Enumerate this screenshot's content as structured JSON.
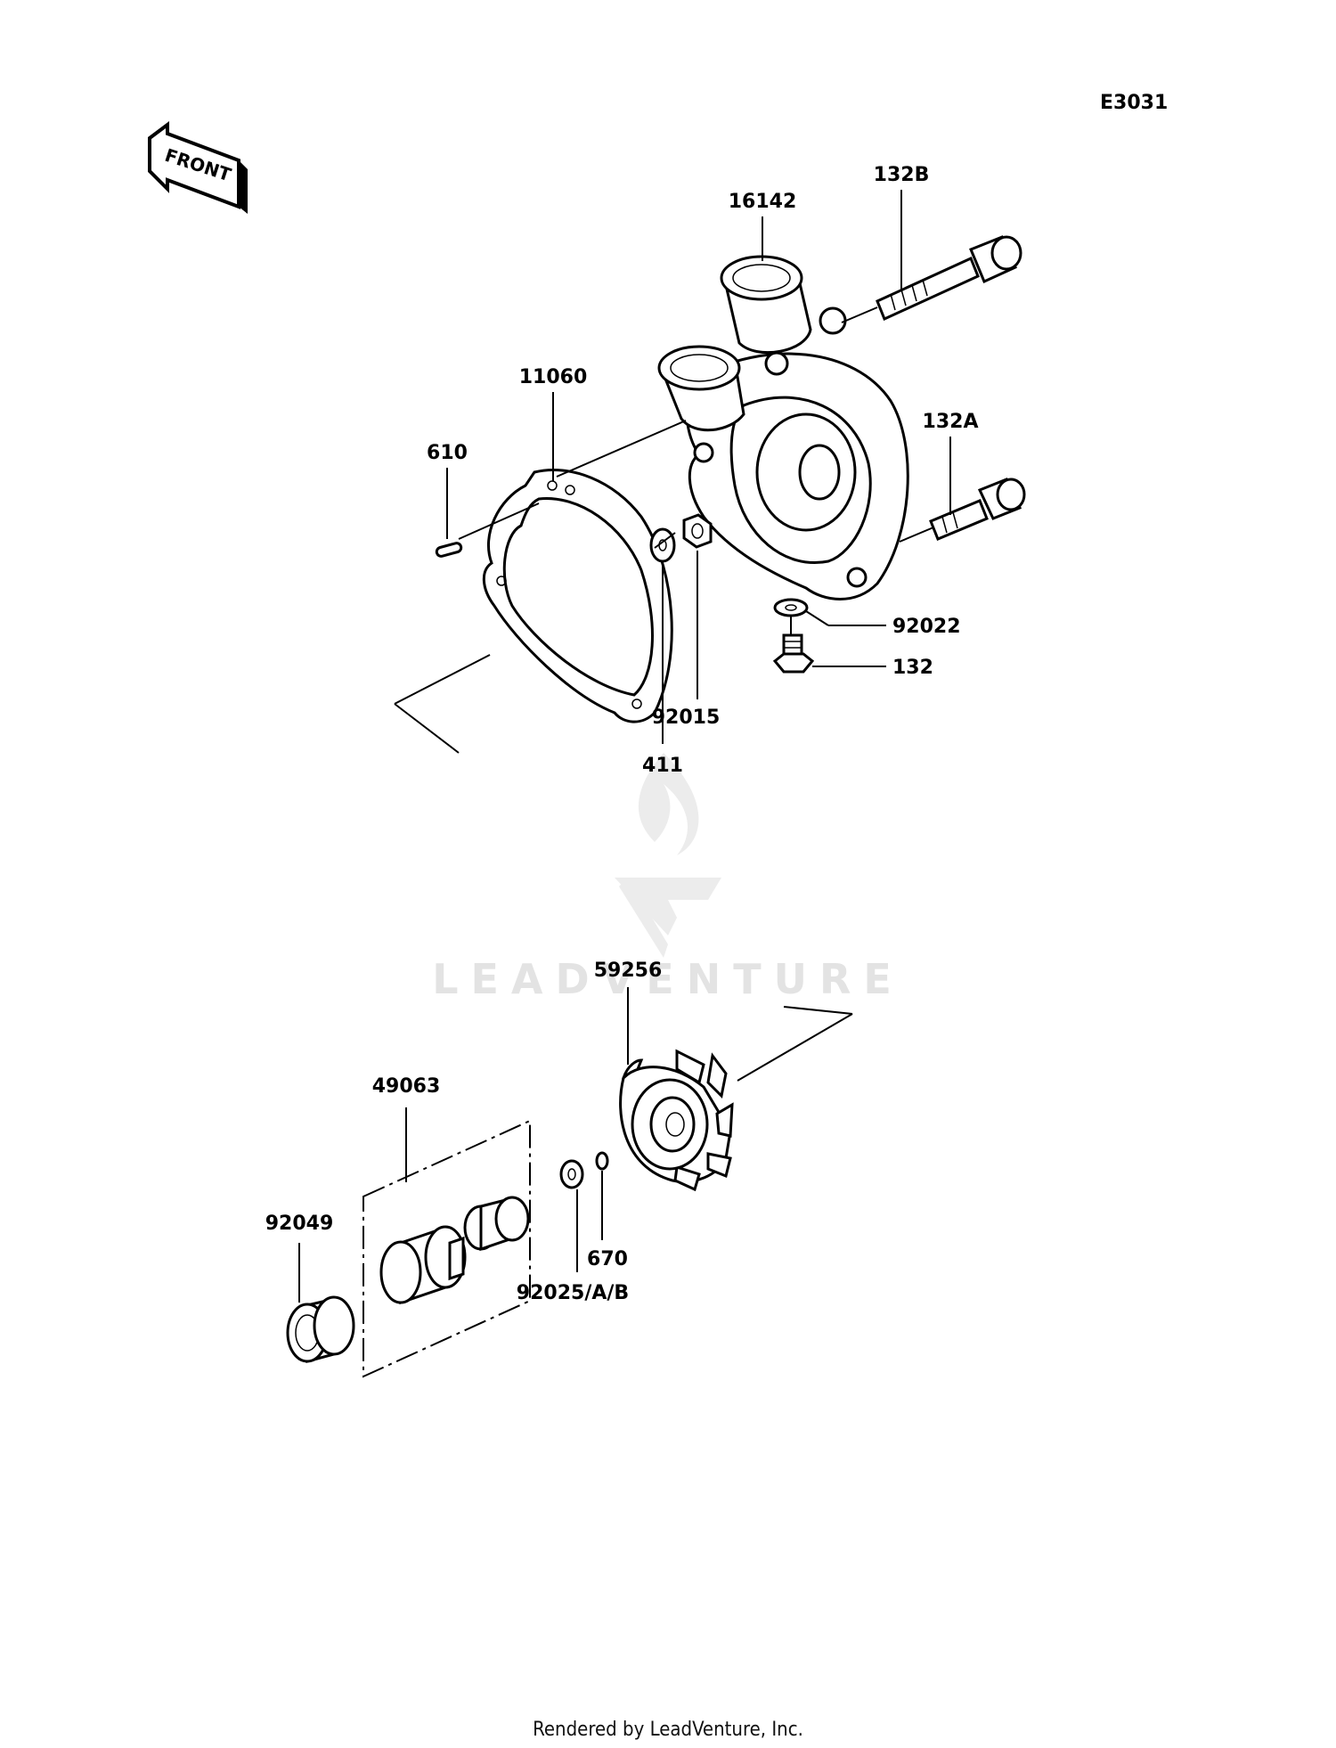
{
  "diagram_code": "E3031",
  "front_label": "FRONT",
  "watermark": "LEADVENTURE",
  "footer": "Rendered by LeadVenture, Inc.",
  "parts": {
    "p16142": "16142",
    "p132B": "132B",
    "p11060": "11060",
    "p610": "610",
    "p132A": "132A",
    "p92022": "92022",
    "p132": "132",
    "p92015": "92015",
    "p411": "411",
    "p59256": "59256",
    "p49063": "49063",
    "p92049": "92049",
    "p670": "670",
    "p92025": "92025/A/B"
  }
}
